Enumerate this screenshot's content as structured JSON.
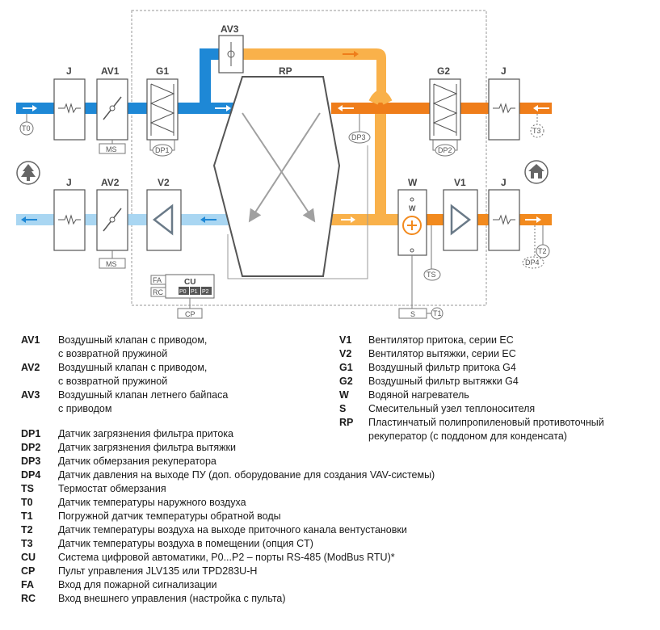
{
  "diagram": {
    "units": {
      "j": "J",
      "av1": "AV1",
      "av2": "AV2",
      "av3": "AV3",
      "g1": "G1",
      "g2": "G2",
      "v1": "V1",
      "v2": "V2",
      "w": "W",
      "w_inner": "W",
      "rp": "RP",
      "cu": "CU"
    },
    "sensors": {
      "t0": "T0",
      "t1": "T1",
      "t2": "T2",
      "t3": "T3",
      "dp1": "DP1",
      "dp2": "DP2",
      "dp3": "DP3",
      "dp4": "DP4",
      "ts": "TS",
      "ms": "MS",
      "s": "S",
      "fa": "FA",
      "rc": "RC",
      "cp": "CP"
    },
    "ports": [
      "P0",
      "P1",
      "P2"
    ],
    "icons": [
      "tree-icon",
      "house-icon"
    ],
    "colors": {
      "supply_outdoor": "#1e88d6",
      "exhaust_to_outdoor": "#a9d6f2",
      "supply_to_room": "#f9b14a",
      "extract_from_room": "#ef7d1a",
      "fan_orange": "#f28a1e",
      "frame": "#666666"
    }
  },
  "legend_left": [
    {
      "code": "AV1",
      "desc": "Воздушный клапан с приводом,"
    },
    {
      "code": "",
      "desc": "с возвратной пружиной"
    },
    {
      "code": "AV2",
      "desc": "Воздушный клапан с приводом,"
    },
    {
      "code": "",
      "desc": "с возвратной пружиной"
    },
    {
      "code": "AV3",
      "desc": "Воздушный клапан летнего байпаса"
    },
    {
      "code": "",
      "desc": "с приводом"
    }
  ],
  "legend_right": [
    {
      "code": "V1",
      "desc": "Вентилятор притока, серии EC"
    },
    {
      "code": "V2",
      "desc": "Вентилятор вытяжки, серии EC"
    },
    {
      "code": "G1",
      "desc": "Воздушный фильтр притока G4"
    },
    {
      "code": "G2",
      "desc": "Воздушный фильтр вытяжки G4"
    },
    {
      "code": "W",
      "desc": "Водяной нагреватель"
    },
    {
      "code": "S",
      "desc": "Смесительный узел теплоносителя"
    },
    {
      "code": "RP",
      "desc": "Пластинчатый полипропиленовый противоточный"
    },
    {
      "code": "",
      "desc": "рекуператор (с поддоном для конденсата)"
    }
  ],
  "legend_bottom": [
    {
      "code": "DP1",
      "desc": "Датчик загрязнения фильтра притока"
    },
    {
      "code": "DP2",
      "desc": "Датчик загрязнения фильтра вытяжки"
    },
    {
      "code": "DP3",
      "desc": "Датчик обмерзания рекуператора"
    },
    {
      "code": "DP4",
      "desc": "Датчик давления на выходе ПУ (доп. оборудование для создания VAV-системы)"
    },
    {
      "code": "TS",
      "desc": "Термостат обмерзания"
    },
    {
      "code": "T0",
      "desc": "Датчик температуры наружного воздуха"
    },
    {
      "code": "T1",
      "desc": "Погружной датчик температуры обратной воды"
    },
    {
      "code": "T2",
      "desc": "Датчик температуры воздуха на выходе приточного канала вентустановки"
    },
    {
      "code": "T3",
      "desc": "Датчик температуры воздуха в помещении (опция CT)"
    },
    {
      "code": "CU",
      "desc": "Система цифровой автоматики, P0...P2 – порты RS-485 (ModBus RTU)*"
    },
    {
      "code": "CP",
      "desc": "Пульт управления JLV135 или TPD283U-H"
    },
    {
      "code": "FA",
      "desc": "Вход для пожарной сигнализации"
    },
    {
      "code": "RC",
      "desc": "Вход внешнего управления (настройка с пульта)"
    }
  ]
}
